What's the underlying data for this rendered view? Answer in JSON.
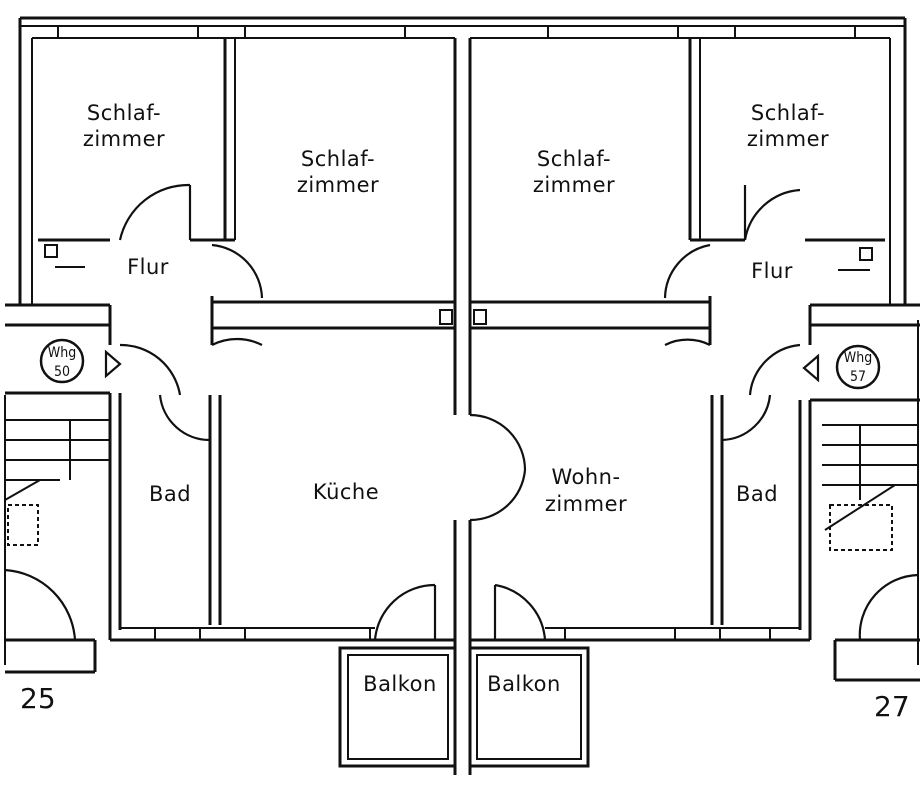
{
  "rooms": {
    "left_bedroom_small": [
      "Schlaf-",
      "zimmer"
    ],
    "left_bedroom_large": [
      "Schlaf-",
      "zimmer"
    ],
    "right_bedroom_large": [
      "Schlaf-",
      "zimmer"
    ],
    "right_bedroom_small": [
      "Schlaf-",
      "zimmer"
    ],
    "left_hall": "Flur",
    "right_hall": "Flur",
    "left_bath": "Bad",
    "right_bath": "Bad",
    "kitchen": "Küche",
    "living_room": [
      "Wohn-",
      "zimmer"
    ],
    "left_balcony": "Balkon",
    "right_balcony": "Balkon"
  },
  "unit_badges": {
    "left": [
      "Whg",
      "50"
    ],
    "right": [
      "Whg",
      "57"
    ]
  },
  "building_numbers": {
    "left": "25",
    "right": "27"
  }
}
